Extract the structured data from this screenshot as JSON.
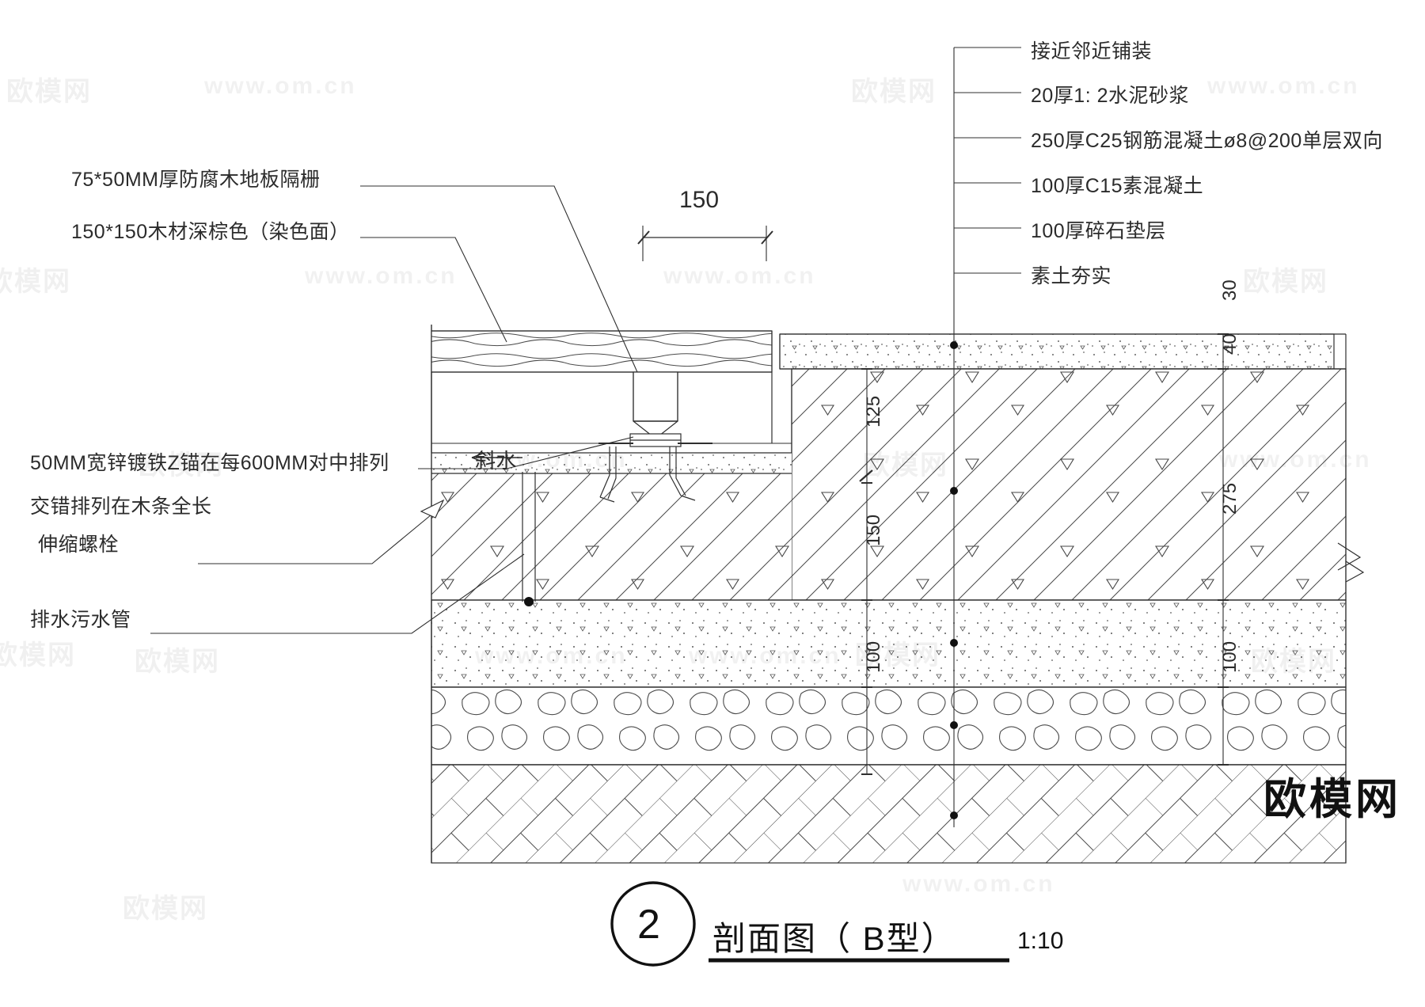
{
  "drawing": {
    "title_number": "2",
    "title_text": "剖面图（ B型）",
    "scale": "1:10"
  },
  "right_legend": {
    "items": [
      {
        "label": "接近邻近铺装"
      },
      {
        "label": "20厚1: 2水泥砂浆"
      },
      {
        "label": "250厚C25钢筋混凝土ø8@200单层双向"
      },
      {
        "label": "100厚C15素混凝土"
      },
      {
        "label": "100厚碎石垫层"
      },
      {
        "label": "素土夯实"
      }
    ]
  },
  "left_notes": {
    "items": [
      {
        "label": "75*50MM厚防腐木地板隔栅"
      },
      {
        "label": "150*150木材深棕色（染色面）"
      },
      {
        "label": "50MM宽锌镀铁Z锚在每600MM对中排列"
      },
      {
        "label": "交错排列在木条全长"
      },
      {
        "label": "伸缩螺栓"
      },
      {
        "label": "排水污水管"
      }
    ]
  },
  "inline_labels": {
    "slope": "斜水"
  },
  "dimensions": {
    "top_horizontal": "150",
    "left_stack": [
      "125",
      "150",
      "100"
    ],
    "right_stack": [
      "30",
      "40",
      "275",
      "100"
    ]
  },
  "watermarks": {
    "brand": "欧模网",
    "site": "www.om.cn",
    "tiles": [
      "欧模网",
      "www.om.cn"
    ]
  },
  "colors": {
    "ink": "#2b2b2b",
    "line": "#3a3a3a",
    "hatch": "#555555",
    "paper": "#ffffff"
  }
}
